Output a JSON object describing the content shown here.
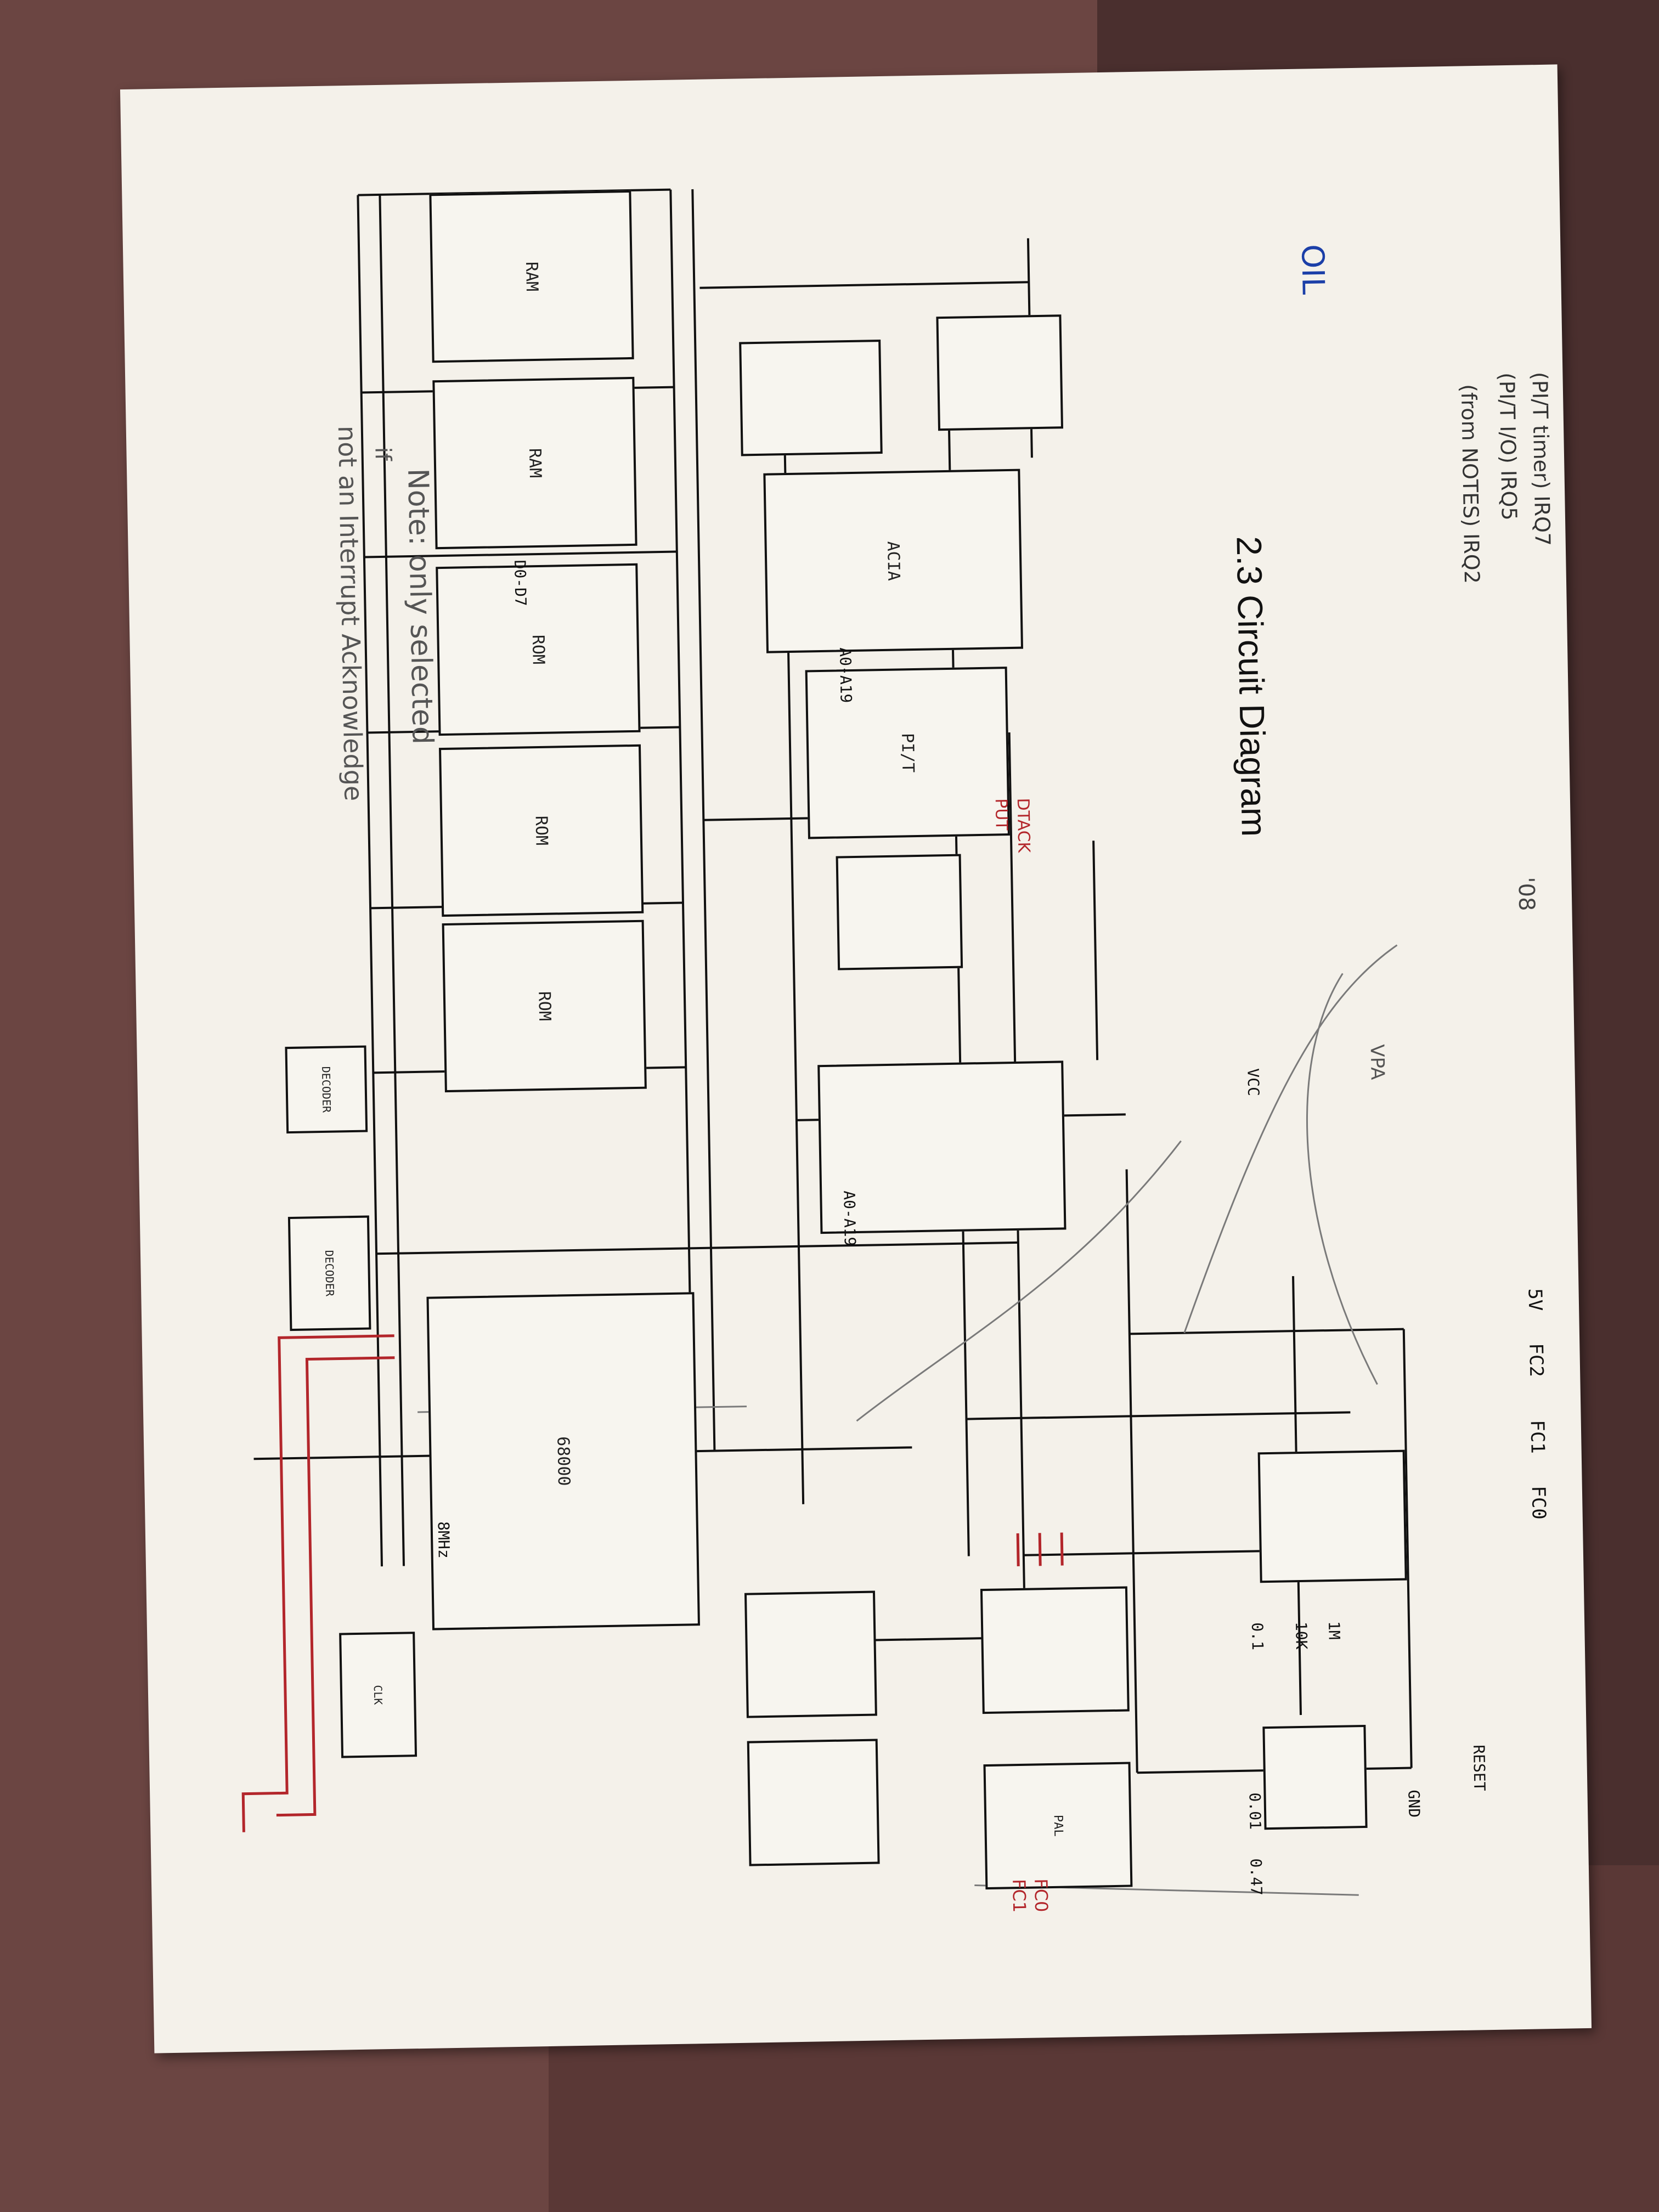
{
  "diagram": {
    "title": "2.3 Circuit Diagram",
    "handwritten": {
      "ref": "OIL",
      "irq_lines": [
        "(PI/T timer) IRQ7",
        "(PI/T I/O) IRQ5",
        "(from NOTES) IRQ2"
      ],
      "note_line1": "Note: only selected",
      "note_line2": "if",
      "note_line3": "not an Interrupt Acknowledge",
      "chip_108": "'08",
      "vpa": "VPA",
      "fc0": "FC0",
      "fc1": "FC1",
      "put": "PUT",
      "dtack": "DTACK"
    },
    "bus_labels": {
      "data": "D0-D7",
      "addr1": "A0-A19",
      "addr2": "A0-A19"
    },
    "connectors": {
      "fc2": "FC2",
      "fc1": "FC1",
      "fc0": "FC0",
      "v5": "5V"
    },
    "passives": {
      "r1": "1M",
      "r2": "10K",
      "c1": "0.1",
      "c2": "0.01",
      "c3": "0.47",
      "crystal": "8MHz",
      "reset": "RESET",
      "vcc": "VCC",
      "gnd": "GND"
    },
    "chip_labels": {
      "mem1": "RAM",
      "mem2": "RAM",
      "mem3": "ROM",
      "mem4": "ROM",
      "mem5": "ROM",
      "uart": "ACIA",
      "pit": "PI/T",
      "cpu": "68000",
      "dec1": "DECODER",
      "dec2": "DECODER",
      "gate": "PAL",
      "clock": "CLK"
    }
  }
}
